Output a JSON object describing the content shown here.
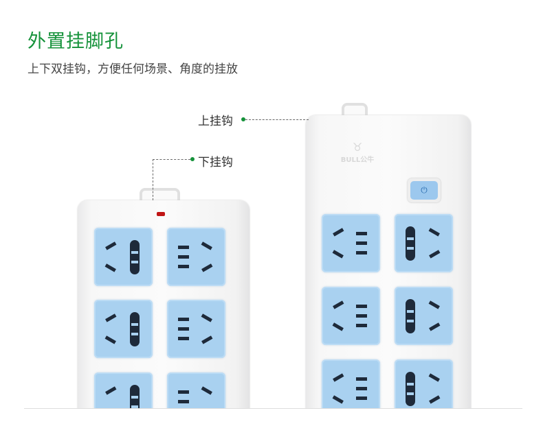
{
  "header": {
    "title": "外置挂脚孔",
    "subtitle": "上下双挂钩，方便任何场景、角度的挂放"
  },
  "callouts": {
    "upper_hook": "上挂钩",
    "lower_hook": "下挂钩"
  },
  "product": {
    "brand_logo": "BULL公牛",
    "power_icon": "⏻"
  },
  "colors": {
    "accent": "#15923a",
    "socket": "#a9d1f0",
    "indicator": "#c01515"
  }
}
